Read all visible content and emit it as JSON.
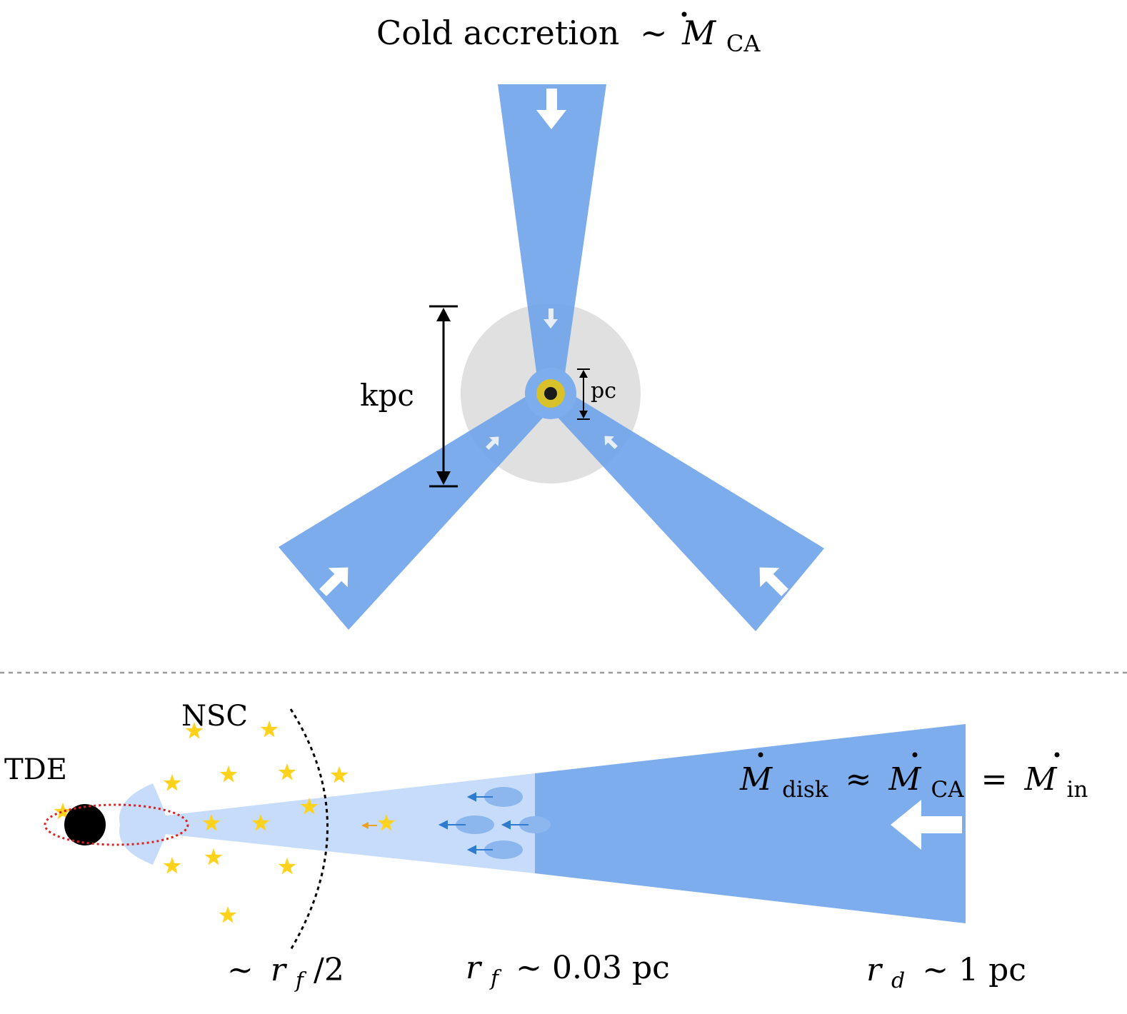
{
  "top_panel": {
    "title": "Cold accretion ~ Ṁ_CA",
    "title_prefix": "Cold accretion",
    "title_tilde": "~",
    "title_M": "M",
    "title_sub": "CA",
    "scale_large_label": "kpc",
    "scale_small_label": "pc"
  },
  "bottom_panel": {
    "nsc_label": "NSC",
    "tde_label": "TDE",
    "eq_label": "Ṁ_disk ≈ Ṁ_CA = Ṁ_in",
    "eq_parts": {
      "m": "M",
      "disk": "disk",
      "approx": "≈",
      "ca": "CA",
      "eq": "=",
      "in": "in"
    },
    "r_half_label": "~ r_f/2",
    "r_half": {
      "tilde": "~",
      "r": "r",
      "f": "f",
      "rest": "/2"
    },
    "rf_label": "r_f ~ 0.03 pc",
    "rf": {
      "r": "r",
      "f": "f",
      "rest": "~ 0.03 pc"
    },
    "rd_label": "r_d ~ 1 pc",
    "rd": {
      "r": "r",
      "d": "d",
      "rest": "~ 1 pc"
    }
  },
  "colors": {
    "stream_blue": "#7DADEC",
    "light_blue": "#C6DCFA",
    "clump_blue": "#7DADEC",
    "halo_gray": "#E0E0E0",
    "star_gold": "#FFD21E",
    "nucleus_yellow": "#D8C12A",
    "orbit_red": "#E02020",
    "divider_gray": "#9A9A9A"
  }
}
